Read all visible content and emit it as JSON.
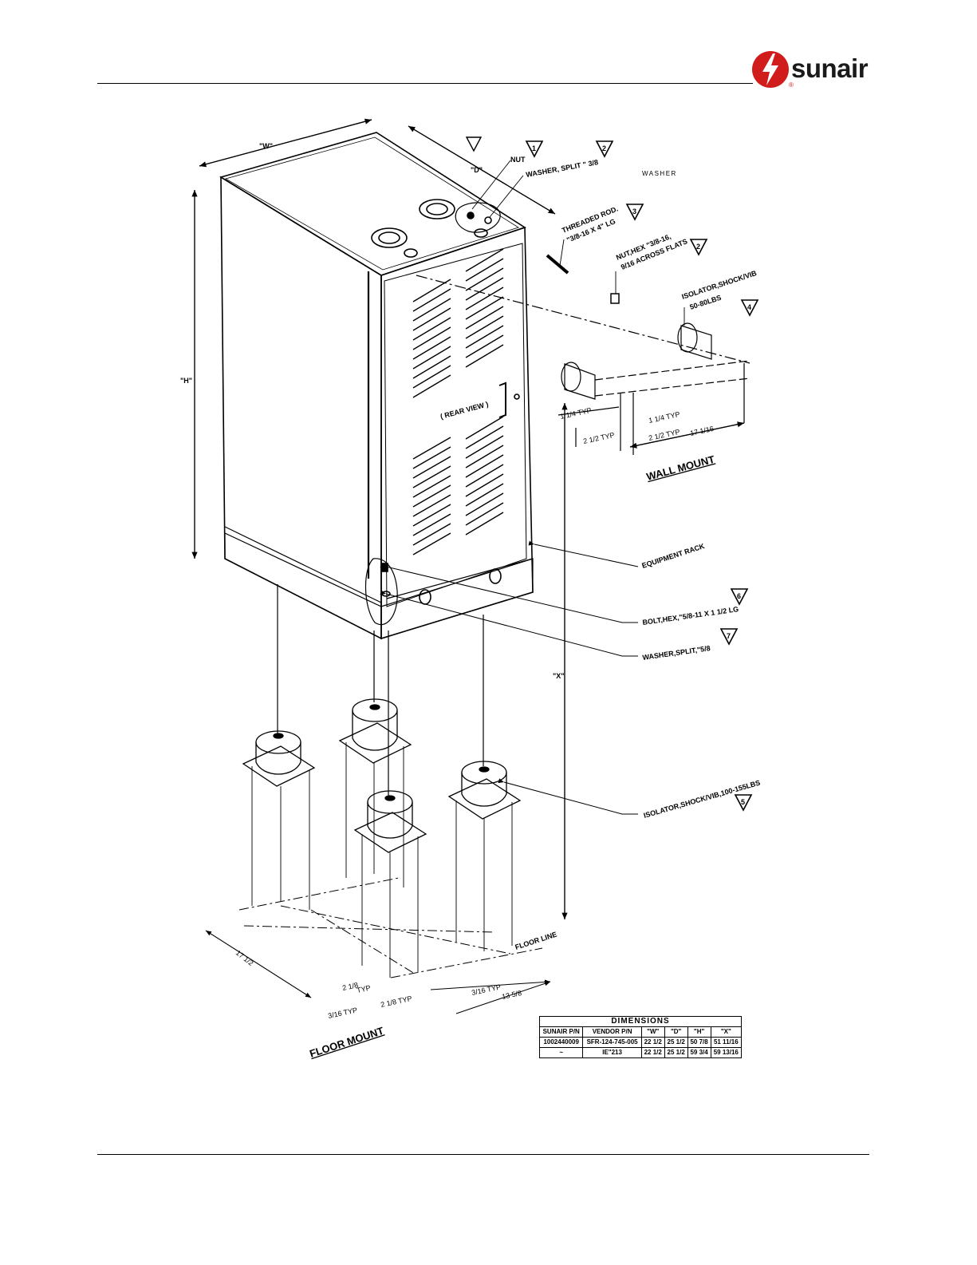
{
  "header": {
    "brand": "sunair",
    "brand_mark": "®"
  },
  "drawing": {
    "labels": {
      "w": "\"W\"",
      "d": "\"D\"",
      "h": "\"H\"",
      "x": "\"X\"",
      "nut": "NUT",
      "washer_split_top": "WASHER, SPLIT \" 3/8",
      "washer_top": "WASHER",
      "threaded_rod_1": "THREADED ROD.",
      "threaded_rod_2": "\"3/8-16 X 4\" LG",
      "nut_hex_1": "NUT,HEX \"3/8-16,",
      "nut_hex_2": "9/16 ACROSS FLATS",
      "isolator_small_1": "ISOLATOR,SHOCK/VIB",
      "isolator_small_2": "50-80LBS",
      "rear_view": "( REAR VIEW )",
      "wall_mount": "WALL MOUNT",
      "equipment_rack": "EQUIPMENT RACK",
      "bolt_hex": "BOLT,HEX,\"5/8-11 X 1 1/2 LG",
      "washer_split_bottom": "WASHER,SPLIT,\"5/8",
      "isolator_large": "ISOLATOR,SHOCK/VIB,100-155LBS",
      "floor_line": "FLOOR LINE",
      "floor_mount": "FLOOR MOUNT"
    },
    "callouts": [
      "1",
      "2",
      "3",
      "2",
      "4",
      "6",
      "7",
      "5"
    ],
    "wall_dims": {
      "d1": "1 1/4 TYP",
      "d2": "2 1/2 TYP",
      "d3": "1 1/4 TYP",
      "d4": "2 1/2 TYP",
      "d5": "17 1/16"
    },
    "floor_dims": {
      "f1": "17 1/2",
      "f2": "2 1/8",
      "f3": "TYP",
      "f4": "2 1/8 TYP",
      "f5": "3/16 TYP",
      "f6": "3/16 TYP",
      "f7": "13 5/8"
    }
  },
  "dimensions_table": {
    "title": "DIMENSIONS",
    "headers": [
      "SUNAIR P/N",
      "VENDOR P/N",
      "\"W\"",
      "\"D\"",
      "\"H\"",
      "\"X\""
    ],
    "rows": [
      [
        "1002440009",
        "SFR-124-745-005",
        "22 1/2",
        "25 1/2",
        "50 7/8",
        "51 11/16"
      ],
      [
        "~",
        "IE\"213",
        "22 1/2",
        "25 1/2",
        "59 3/4",
        "59 13/16"
      ]
    ]
  }
}
